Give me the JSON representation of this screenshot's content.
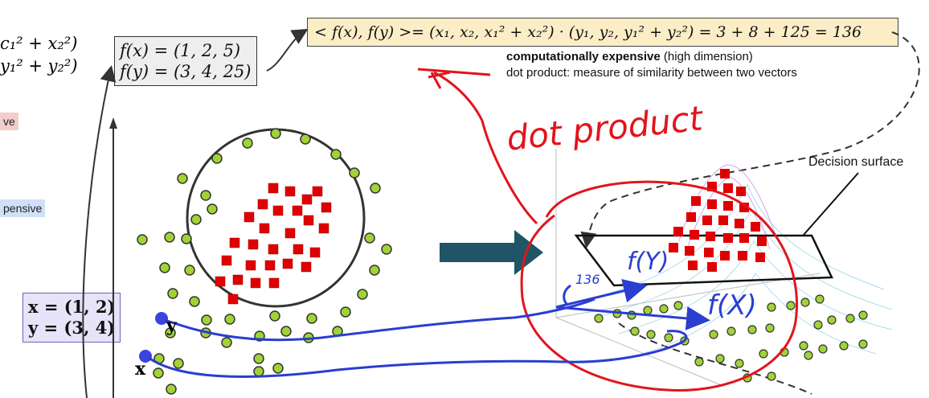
{
  "left_partial": {
    "line1": "c₁² + x₂²)",
    "line2": "y₁² + y₂²)",
    "tag_red": "ve",
    "tag_blue": "pensive"
  },
  "mapped_box": {
    "line1": "f(x) = (1, 2, 5)",
    "line2": "f(y) = (3, 4, 25)"
  },
  "top_box": {
    "text": "< f(x), f(y) >= (x₁, x₂, x₁² + x₂²) · (y₁, y₂, y₁² + y₂²) = 3 + 8 + 125 = 136"
  },
  "notes": {
    "expensive_bold": "computationally expensive",
    "expensive_rest": " (high dimension)",
    "dot_product": "dot product: measure of similarity between two vectors"
  },
  "input_box": {
    "line1": "x = (1, 2)",
    "line2": "y = (3, 4)"
  },
  "point_labels": {
    "y": "y",
    "x": "x"
  },
  "decision_label": "Decision surface",
  "handwriting": {
    "dot_product": "dot product",
    "fy": "f(Y)",
    "fx": "f(X)",
    "num": "136"
  },
  "colors": {
    "red_ink": "#e3141c",
    "blue_ink": "#2a3ed0",
    "square": "#e00000",
    "circle_fill": "#9fd336",
    "arrow": "#1f5566",
    "box_fill": "#fbeec7",
    "input_fill": "#e6e4f8"
  }
}
